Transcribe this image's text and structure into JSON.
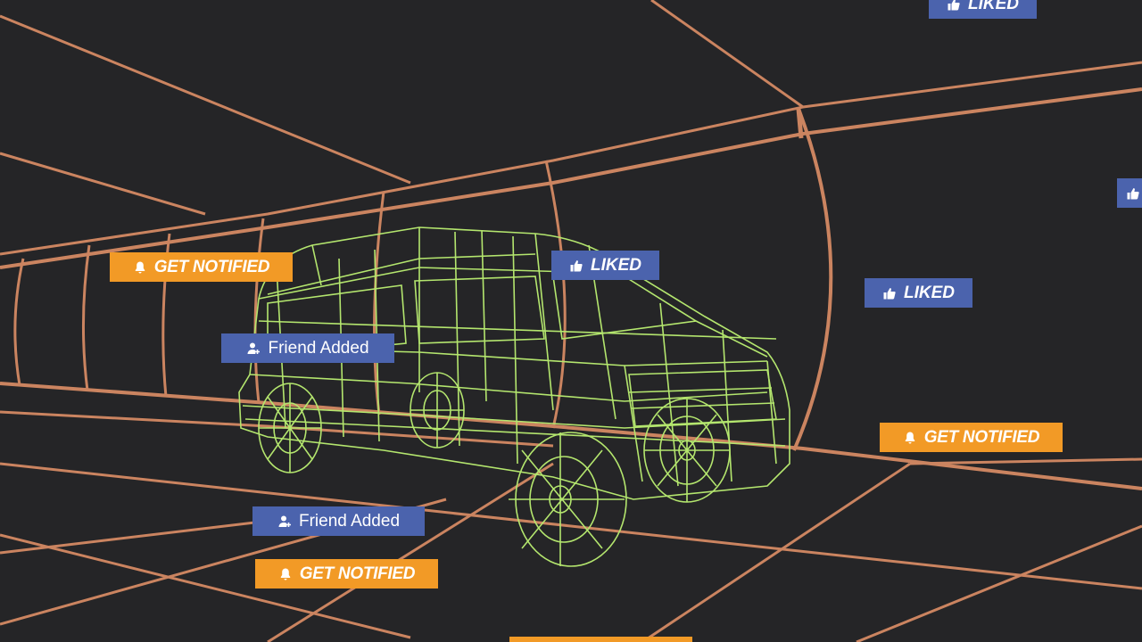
{
  "scene": {
    "colors": {
      "background": "#252527",
      "tunnel_lines": "#e8956a",
      "vehicle_wireframe": "#b4e66e",
      "notify_badge": "#f29a26",
      "social_badge": "#4b63ad"
    }
  },
  "badges": {
    "notify_1": {
      "label": "GET NOTIFIED",
      "icon": "bell-icon"
    },
    "notify_2": {
      "label": "GET NOTIFIED",
      "icon": "bell-icon"
    },
    "notify_3": {
      "label": "GET NOTIFIED",
      "icon": "bell-icon"
    },
    "notify_4": {
      "label": "",
      "icon": ""
    },
    "liked_1": {
      "label": "LIKED",
      "icon": "thumbs-up-icon"
    },
    "liked_2": {
      "label": "LIKED",
      "icon": "thumbs-up-icon"
    },
    "liked_3": {
      "label": "LIKED",
      "icon": "thumbs-up-icon"
    },
    "liked_4": {
      "label": "",
      "icon": "thumbs-up-icon"
    },
    "friend_1": {
      "label": "Friend Added",
      "icon": "user-add-icon"
    },
    "friend_2": {
      "label": "Friend Added",
      "icon": "user-add-icon"
    }
  }
}
